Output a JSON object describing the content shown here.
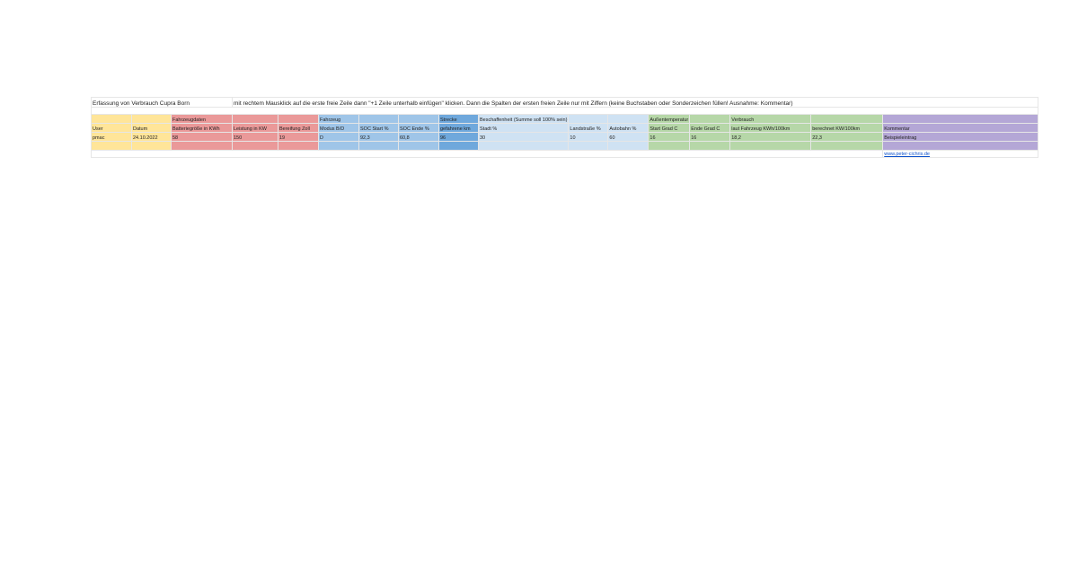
{
  "title": "Erfassung von Verbrauch Cupra Born",
  "note": "mit rechtem Mausklick auf die erste freie Zeile dann \"+1 Zeile unterhalb einfügen\" klicken. Dann die Spalten der ersten freien Zeile nur mit Ziffern (keine Buchstaben oder Sonderzeichen füllen! Ausnahme: Kommentar)",
  "groups": {
    "fahrzeugdaten": "Fahrzeugdaten",
    "fahrzeug": "Fahrzeug",
    "strecke": "Strecke",
    "beschaffenheit": "Beschaffenheit (Summe soll 100% sein)",
    "temp": "Außentemperatur",
    "verbrauch": "Verbrauch"
  },
  "headers": [
    "User",
    "Datum",
    "Batteriegröße in KWh",
    "Leistung in KW",
    "Bereifung Zoll",
    "Modus B/D",
    "SOC Start %",
    "SOC Ende %",
    "gefahrene km",
    "Stadt %",
    "Landstraße %",
    "Autobahn %",
    "Start Grad C",
    "Ende Grad C",
    "laut Fahrzeug KWh/100km",
    "berechnet KW/100km",
    "Kommentar"
  ],
  "rows": [
    [
      "pmac",
      "24.10.2022",
      "58",
      "150",
      "19",
      "D",
      "92,3",
      "60,8",
      "96",
      "30",
      "10",
      "60",
      "16",
      "16",
      "18,2",
      "22,3",
      "Beispieleintrag"
    ]
  ],
  "link": "www.peter-cichris.de",
  "colors": {
    "user": "#ffe599",
    "fahrzeugdaten": "#ea9999",
    "fahrzeug": "#9fc5e8",
    "strecke": "#6fa8dc",
    "beschaffenheit": "#cfe2f3",
    "temp_verbrauch": "#b6d7a8",
    "kommentar": "#b4a7d6"
  }
}
